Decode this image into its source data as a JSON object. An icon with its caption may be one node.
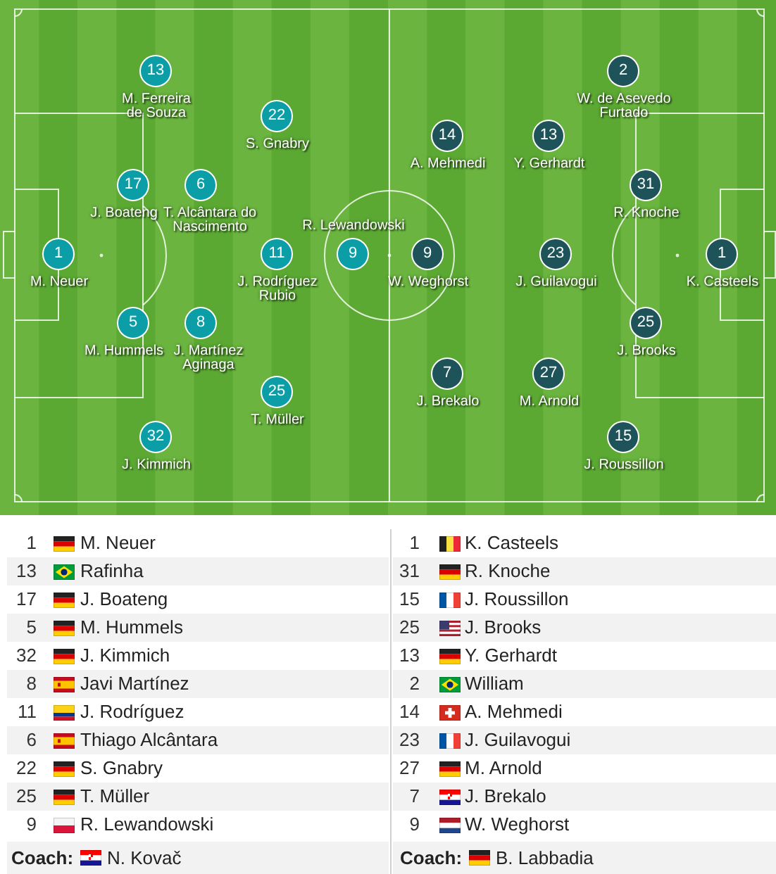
{
  "diagram": {
    "nodes": [
      {
        "text": [
          "13"
        ],
        "beside": [
          "M. Ferreira de Souza"
        ]
      },
      {
        "text": [
          "22"
        ],
        "beside": [
          "S. Gnabry"
        ]
      },
      {
        "text": [
          "17"
        ],
        "beside": [
          "J. Boateng"
        ]
      },
      {
        "text": [
          "6"
        ],
        "beside": [
          "T. Alcântara do Nascimento"
        ]
      },
      {
        "text": [
          "1"
        ],
        "beside": [
          "M. Neuer"
        ]
      },
      {
        "text": [
          "11"
        ],
        "beside": [
          "J. Rodríguez Rubio"
        ]
      },
      {
        "text": [
          "9"
        ],
        "beside": [
          "R. Lewandowski"
        ]
      },
      {
        "text": [
          "5"
        ],
        "beside": [
          "M. Hummels"
        ]
      },
      {
        "text": [
          "8"
        ],
        "beside": [
          "J. Martínez Aginaga"
        ]
      },
      {
        "text": [
          "25"
        ],
        "beside": [
          "T. Müller"
        ]
      },
      {
        "text": [
          "32"
        ],
        "beside": [
          "J. Kimmich"
        ]
      },
      {
        "text": [
          "2"
        ],
        "beside": [
          "W. de Asevedo Furtado"
        ]
      },
      {
        "text": [
          "14"
        ],
        "beside": [
          "A. Mehmedi"
        ]
      },
      {
        "text": [
          "13"
        ],
        "beside": [
          "Y. Gerhardt"
        ]
      },
      {
        "text": [
          "31"
        ],
        "beside": [
          "R. Knoche"
        ]
      },
      {
        "text": [
          "9"
        ],
        "beside": [
          "W. Weghorst"
        ]
      },
      {
        "text": [
          "23"
        ],
        "beside": [
          "J. Guilavogui"
        ]
      },
      {
        "text": [
          "1"
        ],
        "beside": [
          "K. Casteels"
        ]
      },
      {
        "text": [
          "25"
        ],
        "beside": [
          "J. Brooks"
        ]
      },
      {
        "text": [
          "7"
        ],
        "beside": [
          "J. Brekalo"
        ]
      },
      {
        "text": [
          "27"
        ],
        "beside": [
          "M. Arnold"
        ]
      },
      {
        "text": [
          "15"
        ],
        "beside": [
          "J. Roussillon"
        ]
      }
    ],
    "labels": [
      "1",
      "M. Neuer",
      "13",
      "Rafinha",
      "17",
      "J. Boateng",
      "5",
      "M. Hummels",
      "32",
      "J. Kimmich",
      "8",
      "Javi Martínez",
      "11",
      "J. Rodríguez",
      "6",
      "Thiago Alcântara",
      "22",
      "S. Gnabry",
      "25",
      "T. Müller",
      "9",
      "R. Lewandowski",
      "Coach:",
      "N. Kovač",
      "1",
      "K. Casteels",
      "31",
      "R. Knoche",
      "15",
      "J. Roussillon",
      "25",
      "J. Brooks",
      "13",
      "Y. Gerhardt",
      "2",
      "William",
      "14",
      "A. Mehmedi",
      "23",
      "J. Guilavogui",
      "27",
      "M. Arnold",
      "7",
      "J. Brekalo",
      "9",
      "W. Weghorst",
      "Coach:",
      "B. Labbadia"
    ]
  }
}
